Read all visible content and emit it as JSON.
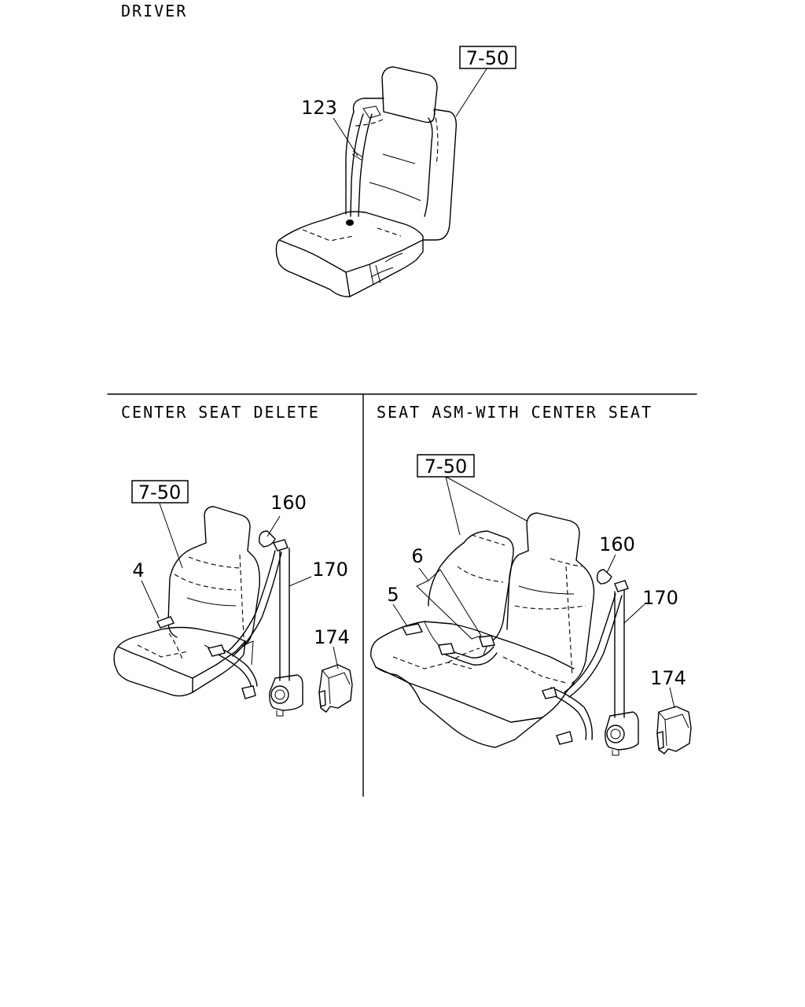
{
  "sections": {
    "driver": {
      "title": "DRIVER"
    },
    "center_seat_delete": {
      "title": "CENTER SEAT DELETE"
    },
    "with_center_seat": {
      "title": "SEAT ASM-WITH CENTER SEAT"
    }
  },
  "callouts": {
    "driver_ref": "7-50",
    "driver_belt": "123",
    "csd_ref": "7-50",
    "csd_buckle": "4",
    "csd_guide": "160",
    "csd_retractor": "170",
    "csd_cover": "174",
    "wcs_ref": "7-50",
    "wcs_buckle_right": "6",
    "wcs_buckle_left": "5",
    "wcs_guide": "160",
    "wcs_retractor": "170",
    "wcs_cover": "174"
  }
}
